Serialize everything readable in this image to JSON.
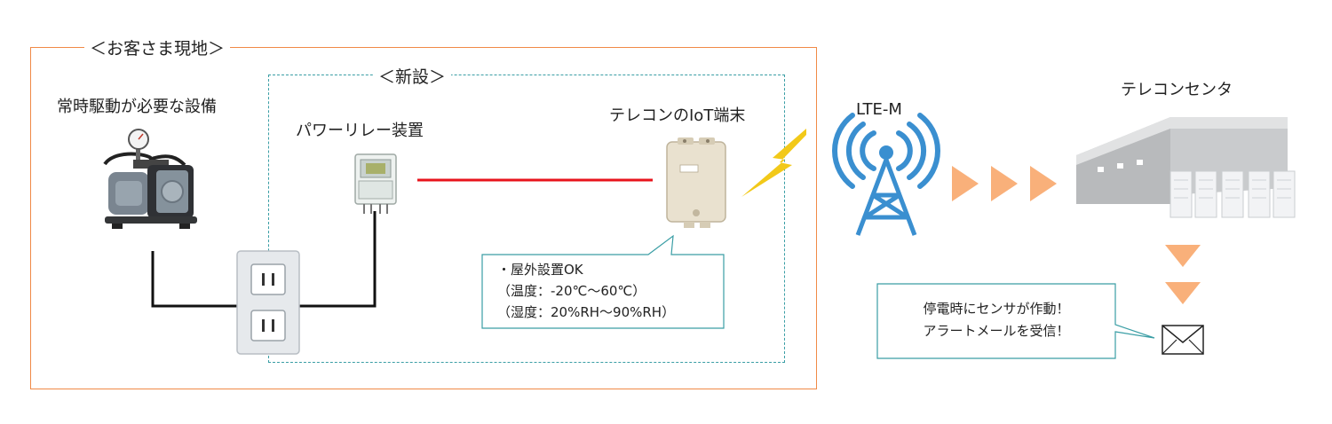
{
  "customer_site": {
    "title": "＜お客さま現地＞"
  },
  "new_install": {
    "title": "＜新設＞"
  },
  "equipment": {
    "label": "常時駆動が必要な設備"
  },
  "relay": {
    "label": "パワーリレー装置"
  },
  "iot_terminal": {
    "label": "テレコンのIoT端末",
    "callout": {
      "line1": "・屋外設置OK",
      "line2": "（温度：-20℃～60℃）",
      "line3": "（湿度：20%RH～90%RH）"
    }
  },
  "network": {
    "label": "LTE-M"
  },
  "center": {
    "label": "テレコンセンタ"
  },
  "alert": {
    "line1": "停電時にセンサが作動！",
    "line2": "アラートメールを受信！"
  },
  "colors": {
    "customer_frame": "#f08a46",
    "new_frame": "#3a9ea5",
    "relay_line": "#e8141c",
    "antenna": "#3a8fd0",
    "arrow": "#f9b07a",
    "lightning": "#f2c919"
  },
  "icons": [
    "vacuum-pump-icon",
    "wall-outlet-icon",
    "relay-icon",
    "iot-terminal-icon",
    "lightning-icon",
    "antenna-tower-icon",
    "data-center-icon",
    "envelope-icon"
  ]
}
